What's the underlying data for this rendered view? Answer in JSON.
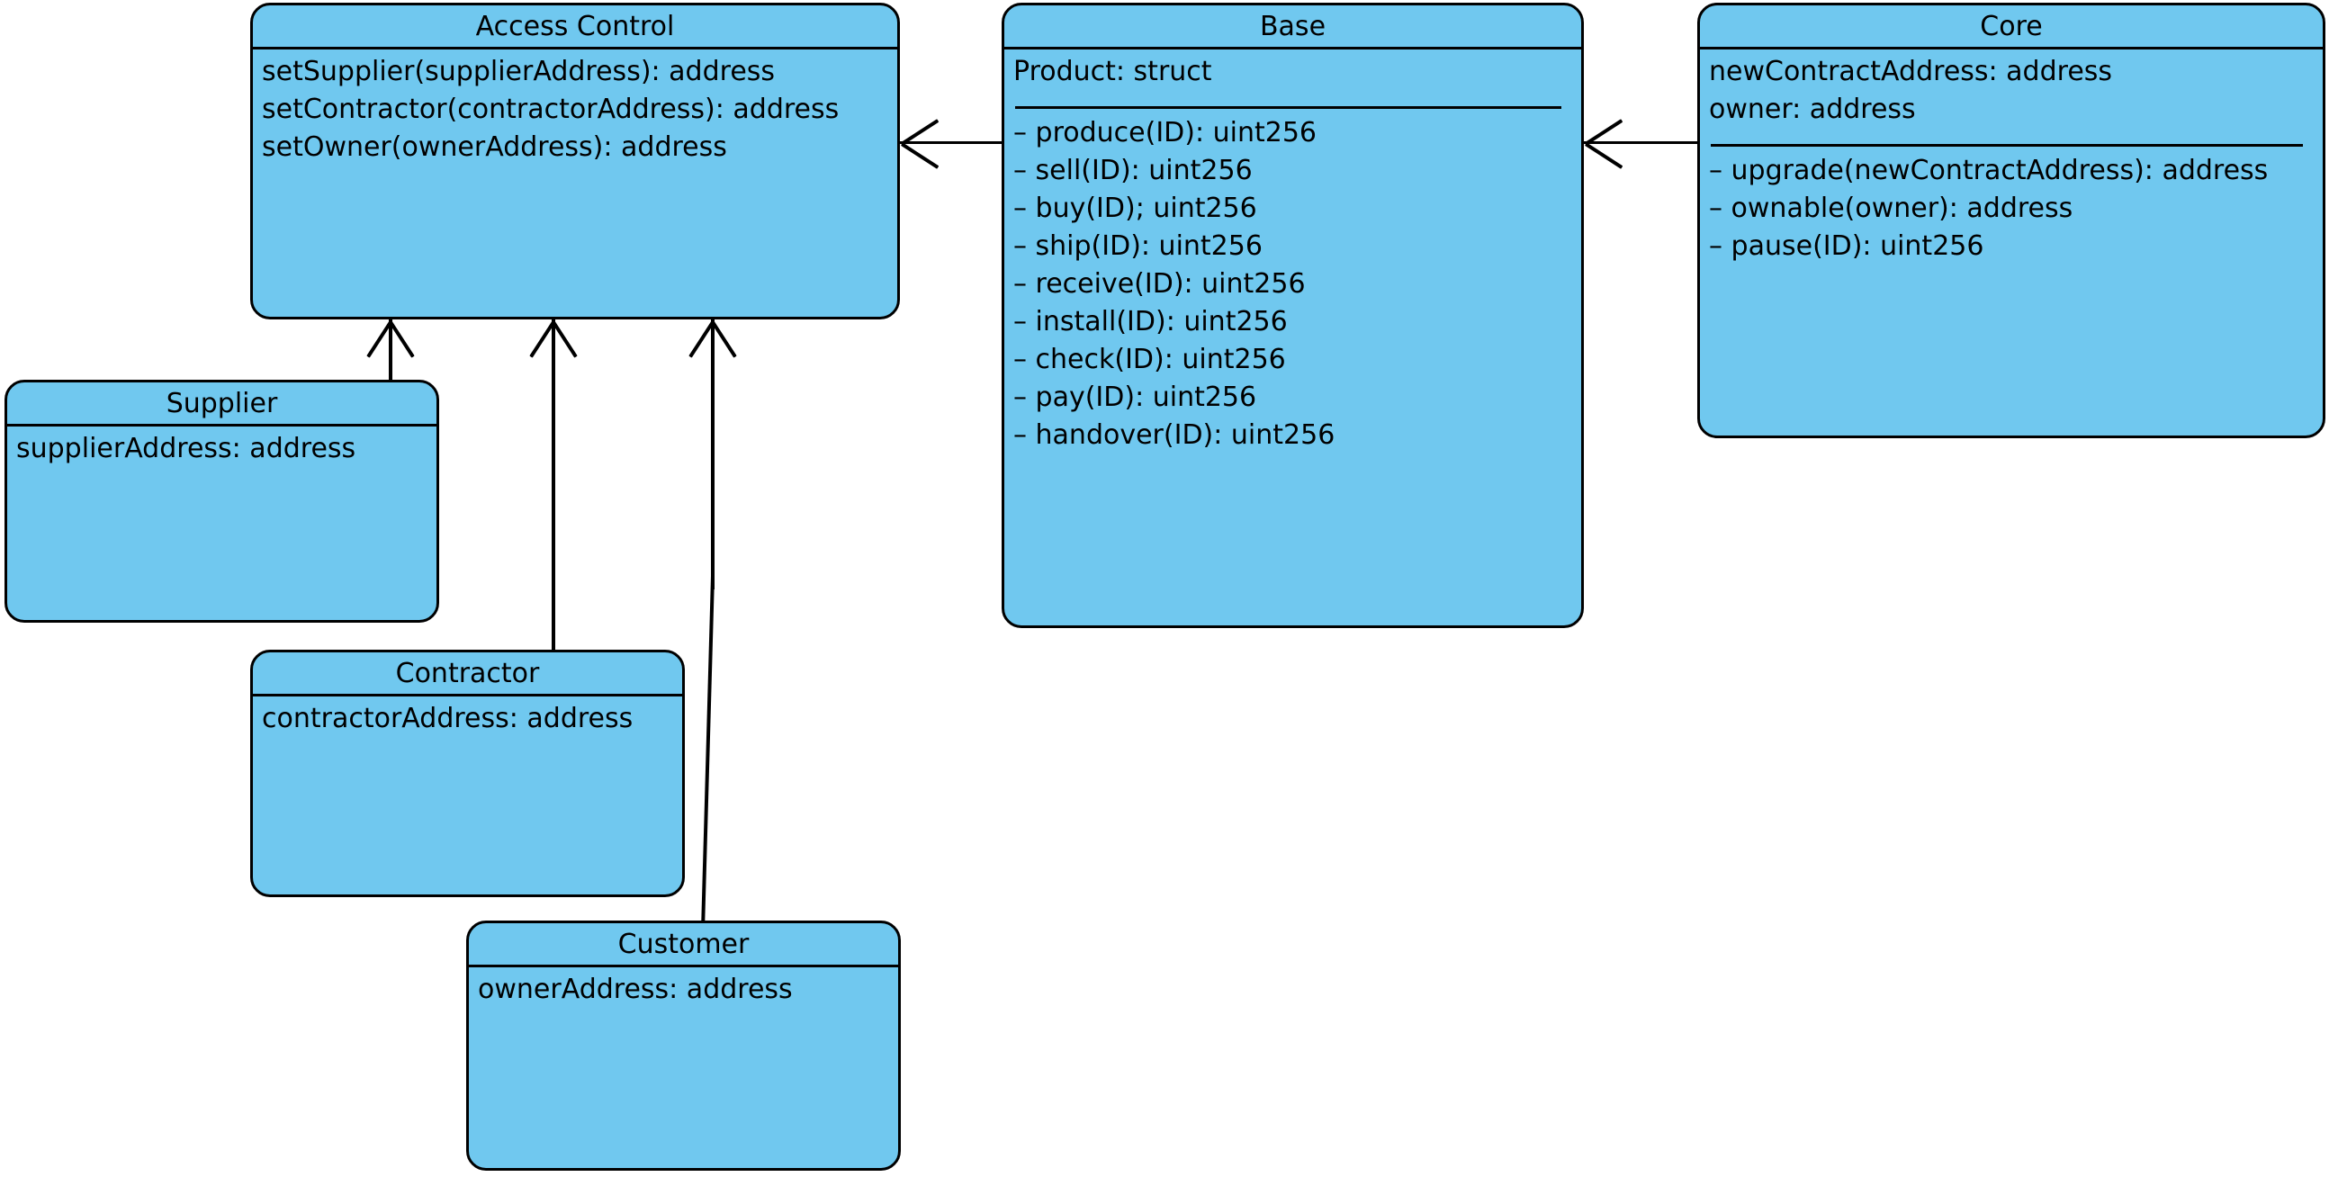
{
  "diagram": {
    "kind": "uml-class-diagram",
    "background_color": "#ffffff",
    "box_fill_color": "#70c8ef",
    "box_border_color": "#000000",
    "text_color": "#000000"
  },
  "classes": {
    "access_control": {
      "title": "Access Control",
      "members": [
        "setSupplier(supplierAddress): address",
        "setContractor(contractorAddress): address",
        "setOwner(ownerAddress): address"
      ]
    },
    "base": {
      "title": "Base",
      "attributes": [
        "Product: struct"
      ],
      "methods": [
        "– produce(ID): uint256",
        "– sell(ID): uint256",
        "– buy(ID); uint256",
        "– ship(ID): uint256",
        "– receive(ID): uint256",
        "– install(ID): uint256",
        "– check(ID): uint256",
        "– pay(ID): uint256",
        "– handover(ID): uint256"
      ]
    },
    "core": {
      "title": "Core",
      "attributes": [
        "newContractAddress: address",
        "owner: address"
      ],
      "methods": [
        "– upgrade(newContractAddress): address",
        "– ownable(owner): address",
        "– pause(ID): uint256"
      ]
    },
    "supplier": {
      "title": "Supplier",
      "members": [
        "supplierAddress: address"
      ]
    },
    "contractor": {
      "title": "Contractor",
      "members": [
        "contractorAddress: address"
      ]
    },
    "customer": {
      "title": "Customer",
      "members": [
        "ownerAddress: address"
      ]
    }
  },
  "connectors": [
    {
      "name": "base-to-access-control",
      "from": "Base",
      "to": "Access Control",
      "direction": "left",
      "style": "open-arrow"
    },
    {
      "name": "core-to-base",
      "from": "Core",
      "to": "Base",
      "direction": "left",
      "style": "open-arrow"
    },
    {
      "name": "supplier-to-access-control",
      "from": "Supplier",
      "to": "Access Control",
      "direction": "up",
      "style": "open-arrow"
    },
    {
      "name": "contractor-to-access-control",
      "from": "Contractor",
      "to": "Access Control",
      "direction": "up",
      "style": "open-arrow"
    },
    {
      "name": "customer-to-access-control",
      "from": "Customer",
      "to": "Access Control",
      "direction": "up",
      "style": "open-arrow"
    }
  ]
}
